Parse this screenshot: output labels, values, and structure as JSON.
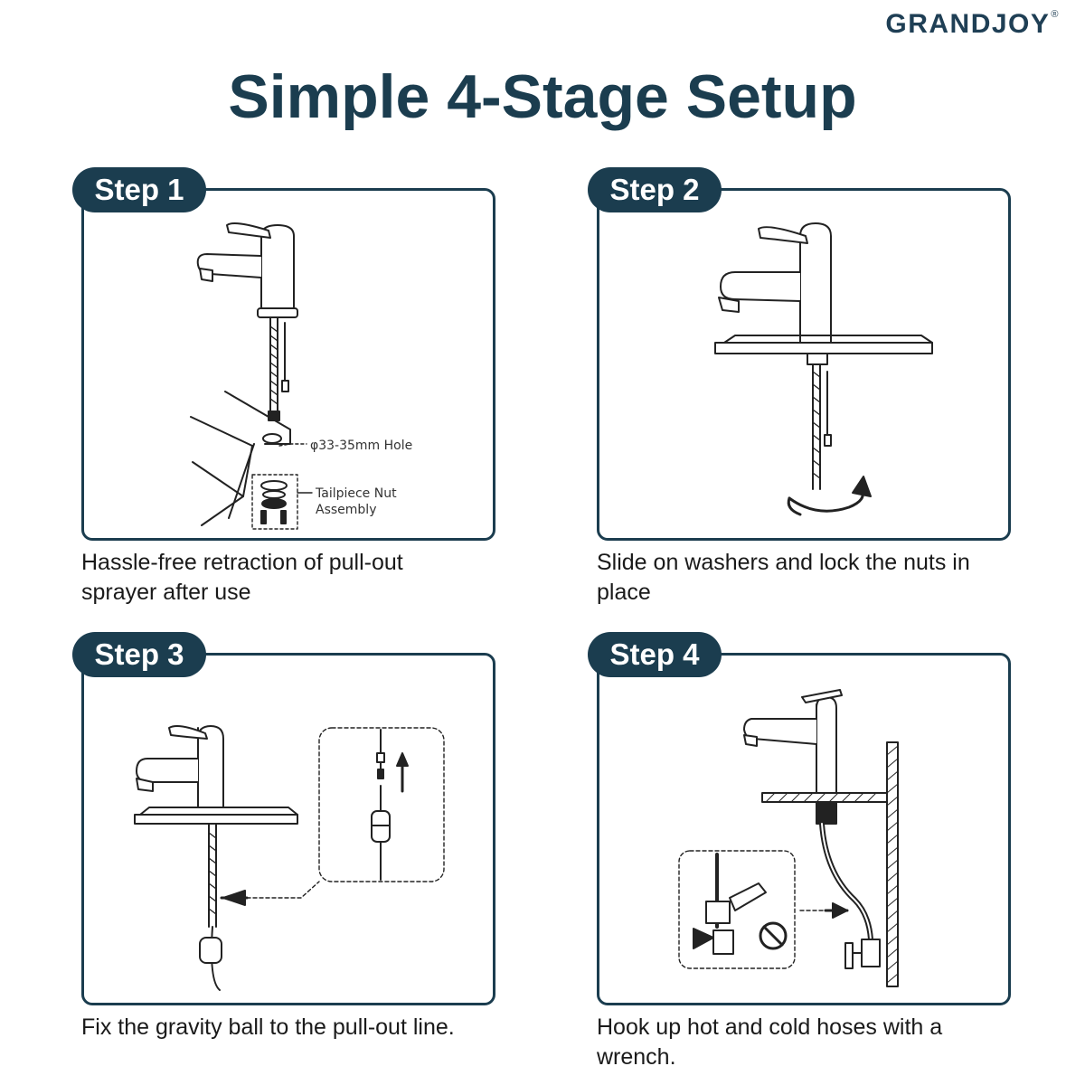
{
  "brand": {
    "name": "GRANDJOY",
    "mark": "®"
  },
  "title": "Simple 4-Stage Setup",
  "steps": [
    {
      "label": "Step 1",
      "caption": "Hassle-free retraction of pull-out sprayer after use",
      "annotations": {
        "hole": "φ33-35mm Hole",
        "tailpiece_1": "Tailpiece Nut",
        "tailpiece_2": "Assembly"
      }
    },
    {
      "label": "Step 2",
      "caption": "Slide on washers and lock the nuts in place"
    },
    {
      "label": "Step 3",
      "caption": "Fix the gravity ball to the pull-out line."
    },
    {
      "label": "Step 4",
      "caption": "Hook up hot and cold hoses with a wrench."
    }
  ],
  "colors": {
    "accent": "#1b3d4f",
    "line": "#222222"
  }
}
